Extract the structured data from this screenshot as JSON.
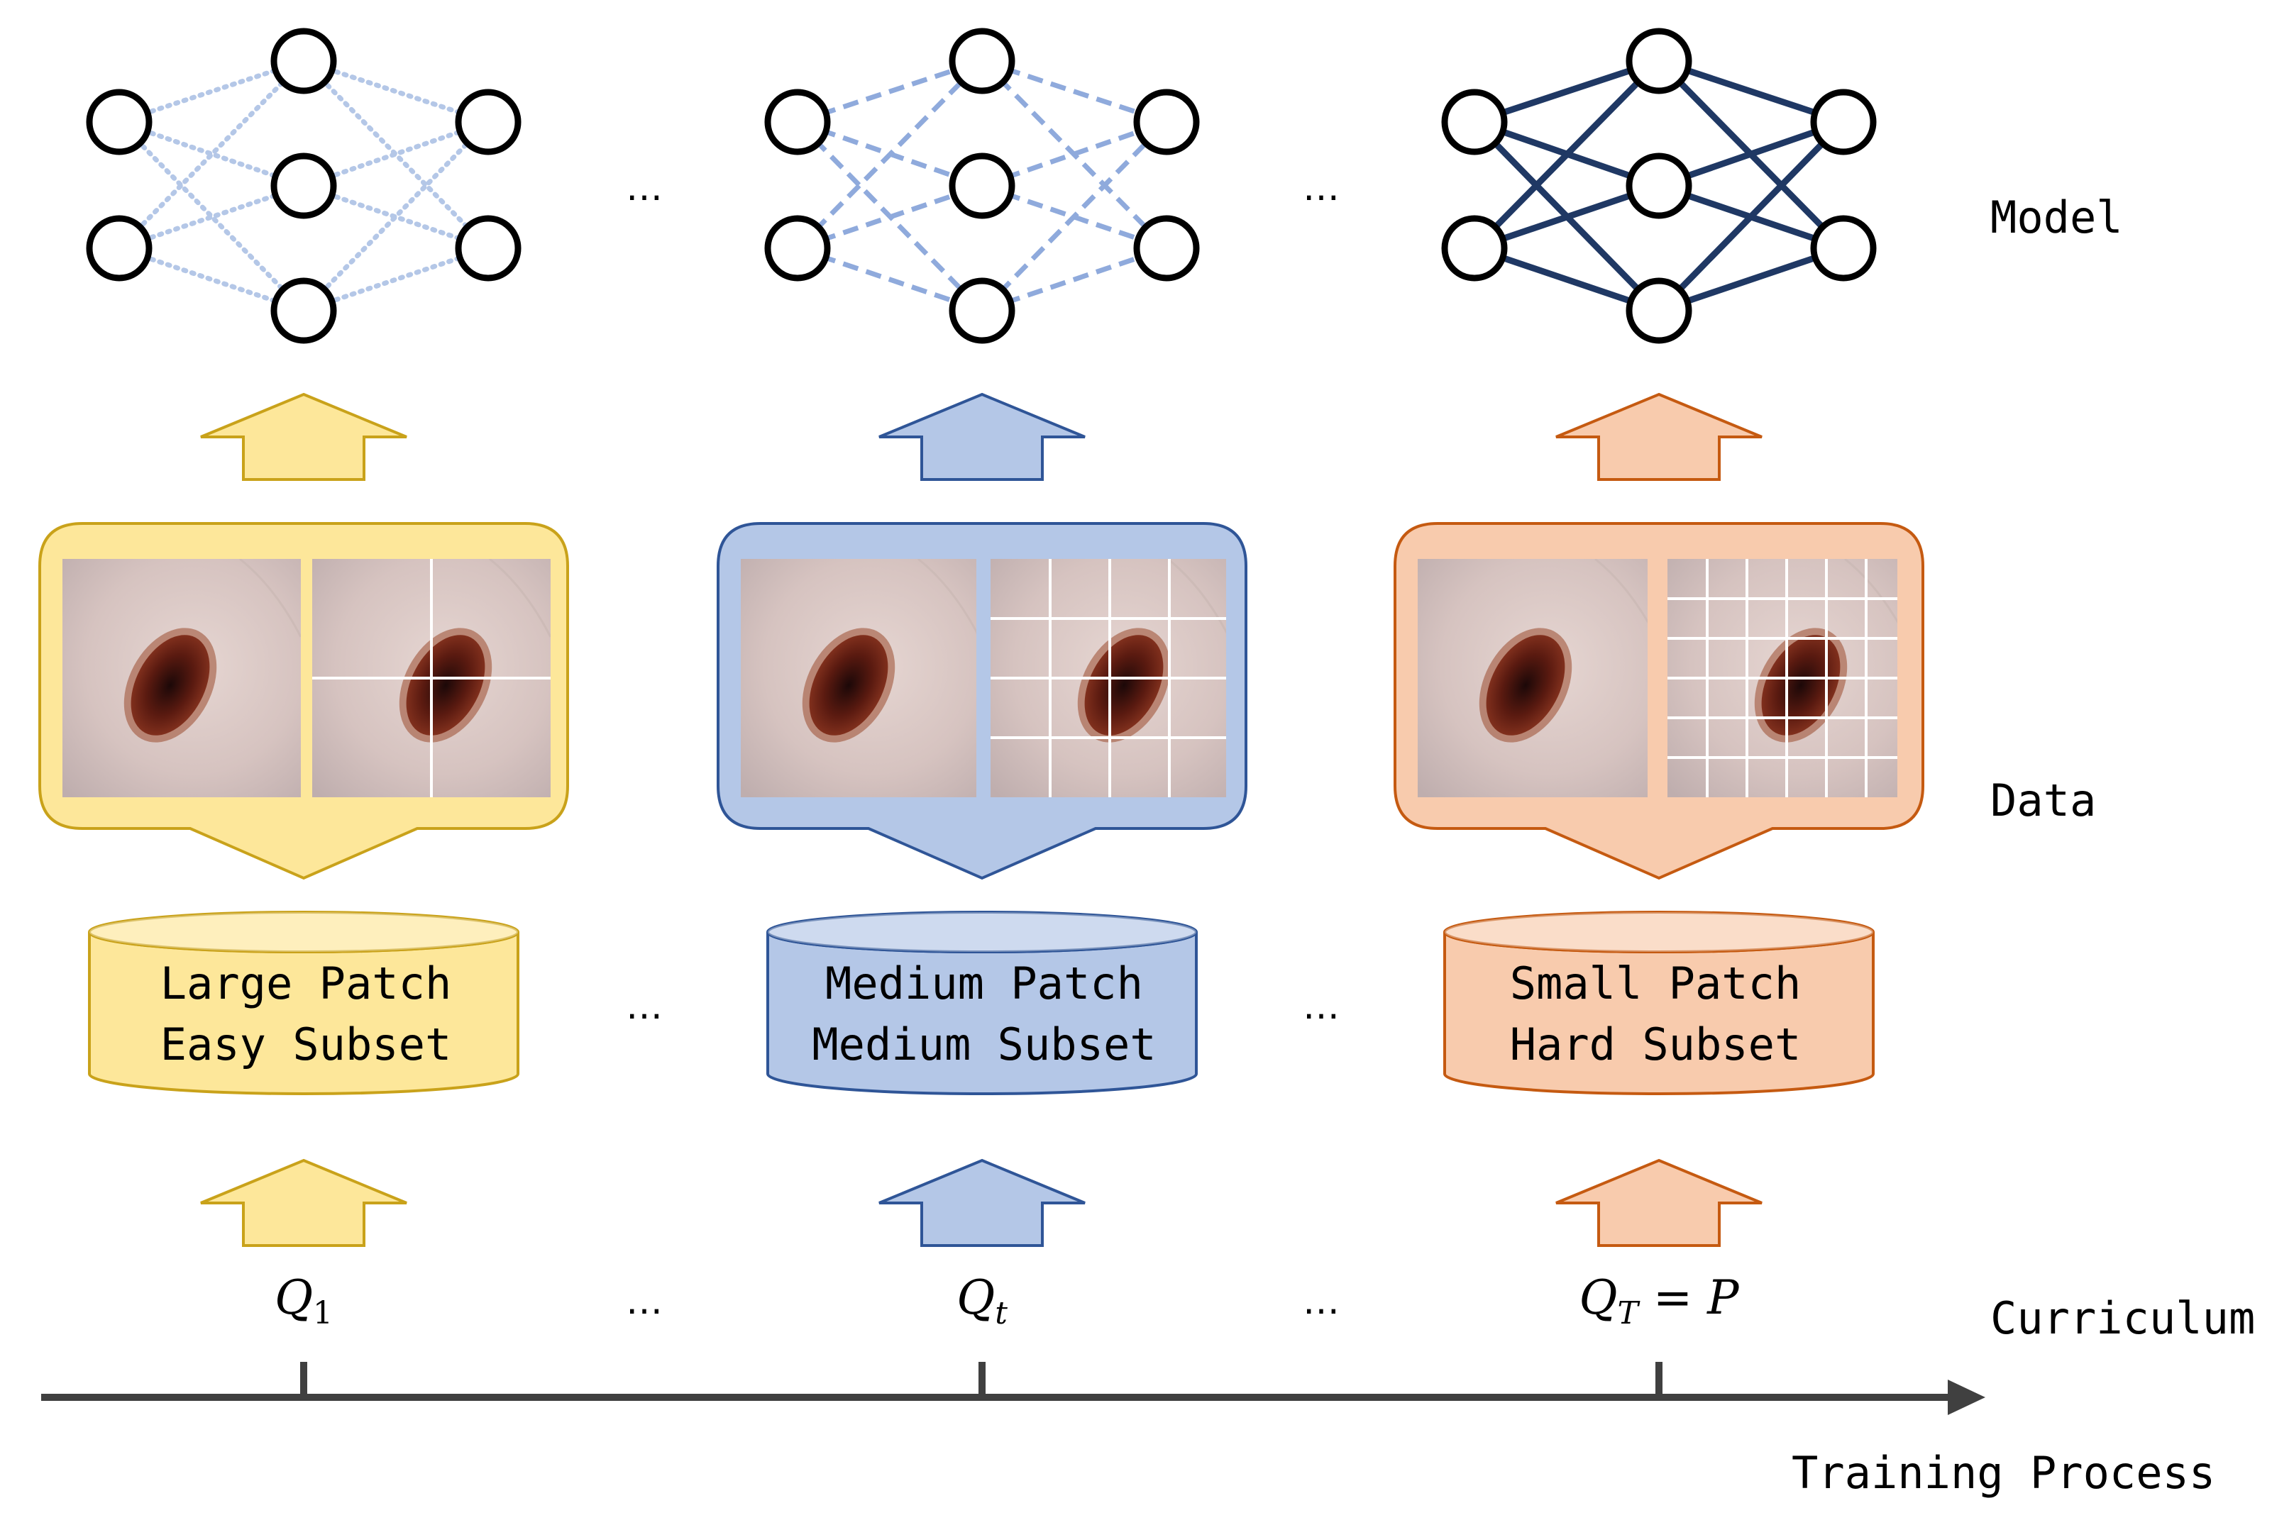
{
  "row_labels": {
    "model": "Model",
    "data": "Data",
    "curriculum": "Curriculum"
  },
  "axis_label": "Training Process",
  "ellipsis": "…",
  "stages": [
    {
      "subset_line1": "Large Patch",
      "subset_line2": "Easy Subset",
      "curriculum_main": "Q",
      "curriculum_sub": "1",
      "curriculum_suffix": "",
      "grid_divisions": 2,
      "edge_style": "dotted",
      "colors": {
        "fill": "#fde79a",
        "stroke": "#c9a21a",
        "edge": "#b4c7e7"
      }
    },
    {
      "subset_line1": "Medium Patch",
      "subset_line2": "Medium Subset",
      "curriculum_main": "Q",
      "curriculum_sub": "t",
      "curriculum_suffix": "",
      "grid_divisions": 4,
      "edge_style": "dashed",
      "colors": {
        "fill": "#b4c7e7",
        "stroke": "#2f5597",
        "edge": "#8faadc"
      }
    },
    {
      "subset_line1": "Small Patch",
      "subset_line2": "Hard Subset",
      "curriculum_main": "Q",
      "curriculum_sub": "T",
      "curriculum_suffix": " = P",
      "grid_divisions": 6,
      "edge_style": "solid",
      "colors": {
        "fill": "#f8cbad",
        "stroke": "#c55a11",
        "edge": "#1f3864"
      }
    }
  ],
  "colors": {
    "axis": "#404040",
    "node_stroke": "#000000",
    "text": "#000000"
  }
}
